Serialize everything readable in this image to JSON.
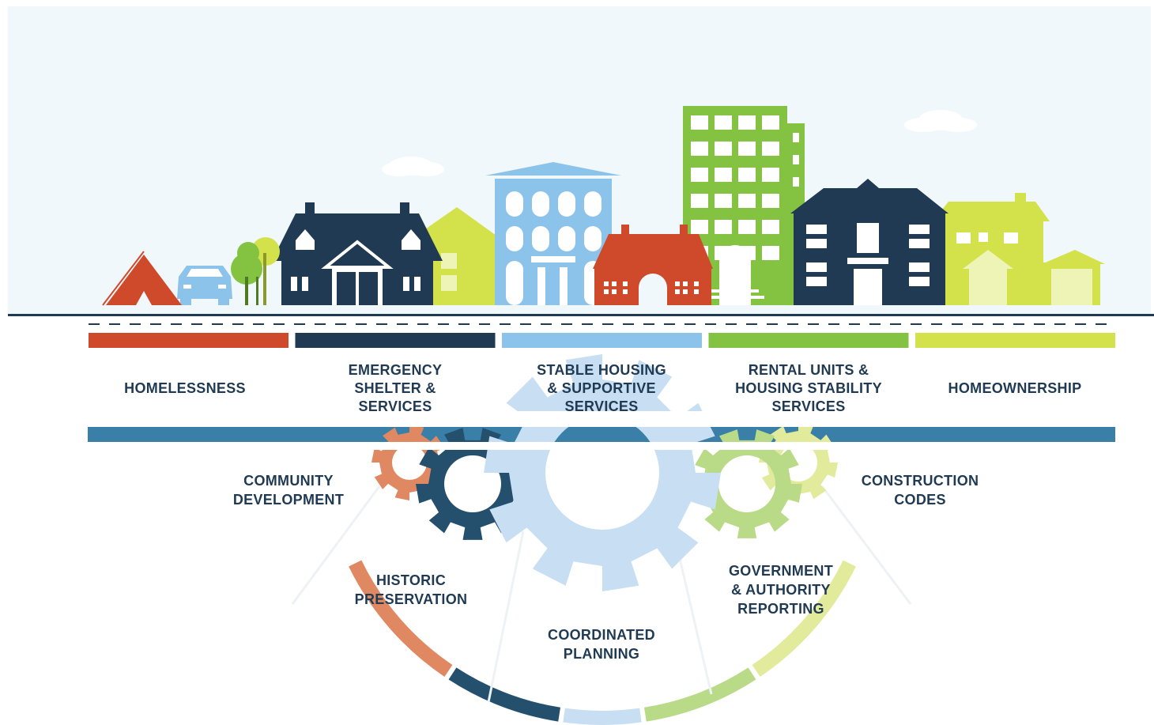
{
  "colors": {
    "sky": "#f1f8fc",
    "ground_line": "#1f3a52",
    "homelessness": "#cf4a2a",
    "emergency": "#1f3a52",
    "stable": "#8cc3ea",
    "rental": "#84c341",
    "homeownership": "#d3e24a",
    "services_bar": "#3a7fa8",
    "text": "#1f3a52"
  },
  "categories": [
    {
      "id": "homelessness",
      "label": "HOMELESSNESS",
      "color": "#cf4a2a"
    },
    {
      "id": "emergency",
      "label": "EMERGENCY\nSHELTER &\nSERVICES",
      "color": "#1f3a52"
    },
    {
      "id": "stable",
      "label": "STABLE HOUSING\n& SUPPORTIVE\nSERVICES",
      "color": "#8cc3ea"
    },
    {
      "id": "rental",
      "label": "RENTAL UNITS &\nHOUSING STABILITY\nSERVICES",
      "color": "#84c341"
    },
    {
      "id": "homeownership",
      "label": "HOMEOWNERSHIP",
      "color": "#d3e24a"
    }
  ],
  "services": [
    {
      "id": "community",
      "label": "COMMUNITY\nDEVELOPMENT",
      "arc_color": "#e08862"
    },
    {
      "id": "historic",
      "label": "HISTORIC\nPRESERVATION",
      "arc_color": "#24506e"
    },
    {
      "id": "planning",
      "label": "COORDINATED\nPLANNING",
      "arc_color": "#c8def2"
    },
    {
      "id": "government",
      "label": "GOVERNMENT\n& AUTHORITY\nREPORTING",
      "arc_color": "#b9db88"
    },
    {
      "id": "construction",
      "label": "CONSTRUCTION\nCODES",
      "arc_color": "#e2ea9c"
    }
  ],
  "icons": {
    "tent": "tent-icon",
    "car": "car-icon",
    "trees": "trees-icon",
    "shelter": "shelter-house-icon",
    "apartment": "apartment-building-icon",
    "small_house": "small-house-icon",
    "tower": "tower-building-icon",
    "gear": "gear-icon"
  }
}
